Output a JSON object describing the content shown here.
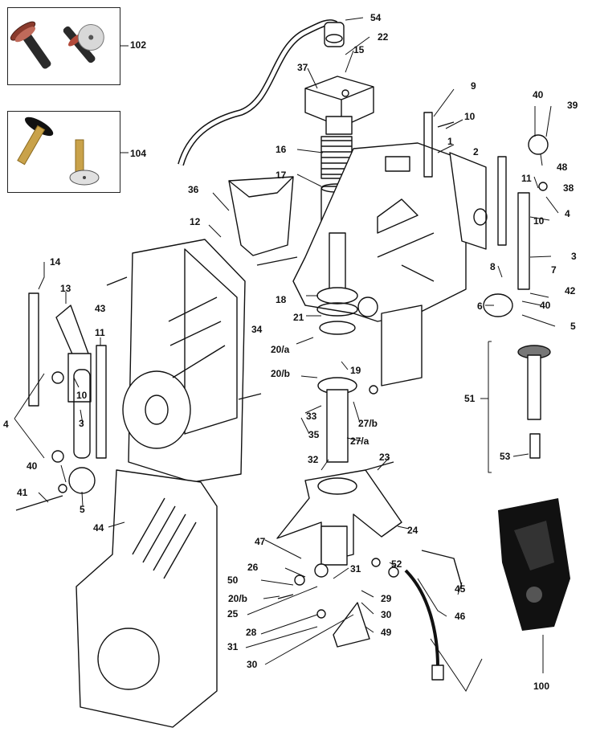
{
  "diagram": {
    "callouts": {
      "p1": "1",
      "p2": "2",
      "p3": "3",
      "p4": "4",
      "p5": "5",
      "p6": "6",
      "p7": "7",
      "p8": "8",
      "p9": "9",
      "p10": "10",
      "p11": "11",
      "p12": "12",
      "p13": "13",
      "p14": "14",
      "p15": "15",
      "p16": "16",
      "p17": "17",
      "p18": "18",
      "p19": "19",
      "p20a": "20/a",
      "p20b": "20/b",
      "p21": "21",
      "p22": "22",
      "p23": "23",
      "p24": "24",
      "p25": "25",
      "p26": "26",
      "p27a": "27/a",
      "p27b": "27/b",
      "p28": "28",
      "p29": "29",
      "p30": "30",
      "p31": "31",
      "p32": "32",
      "p33": "33",
      "p34": "34",
      "p35": "35",
      "p36": "36",
      "p37": "37",
      "p38": "38",
      "p39": "39",
      "p40": "40",
      "p41": "41",
      "p42": "42",
      "p43": "43",
      "p44": "44",
      "p45": "45",
      "p46": "46",
      "p47": "47",
      "p48": "48",
      "p49": "49",
      "p50": "50",
      "p51": "51",
      "p52": "52",
      "p53": "53",
      "p54": "54",
      "p100": "100",
      "p102": "102",
      "p104": "104"
    }
  }
}
